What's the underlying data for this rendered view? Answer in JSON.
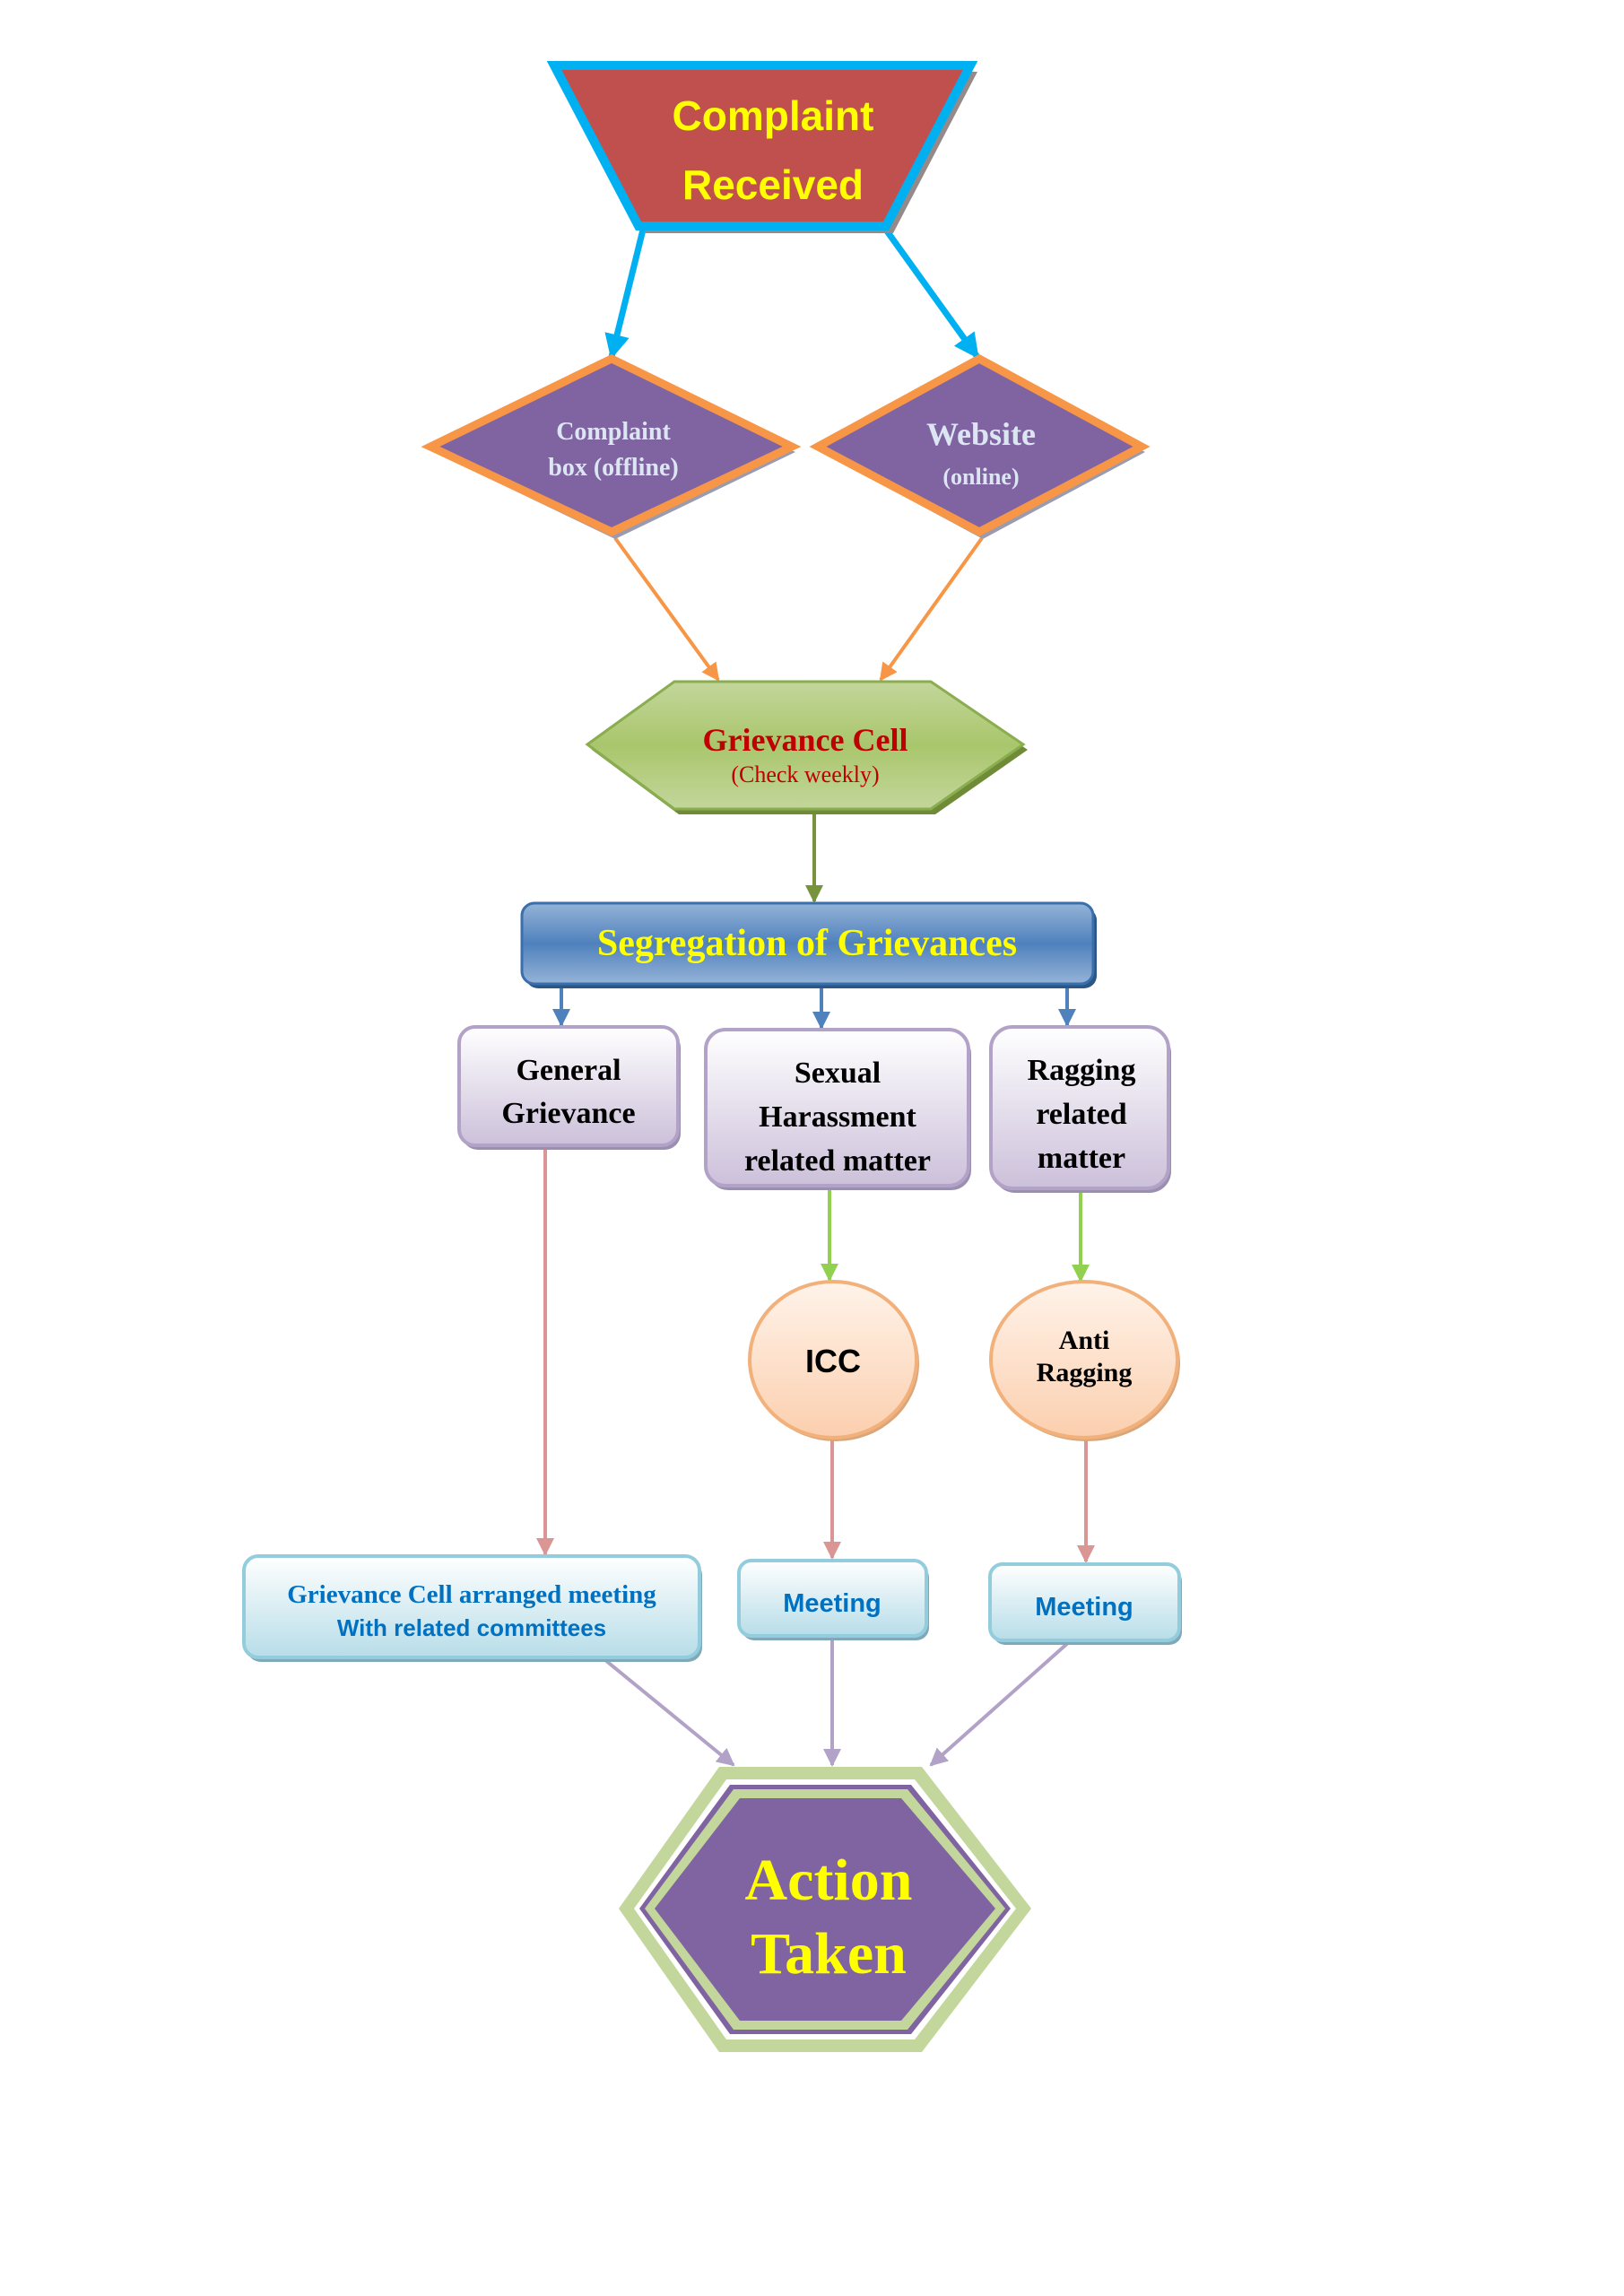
{
  "title": "Grievance Redressal Flowchart",
  "colors": {
    "start_fill": "#c0504d",
    "start_border": "#00b0f0",
    "channel_fill": "#8064a2",
    "channel_border": "#f79646",
    "cell_fill": "#9bbb59",
    "cell_text": "#c00000",
    "segregation_fill": "#4f81bd",
    "yellow_text": "#ffff00",
    "category_fill": "#e5dff0",
    "category_border": "#b3a2c7",
    "committee_fill": "#fcd5b5",
    "committee_border": "#f2b07a",
    "meeting_fill": "#c6e6f0",
    "meeting_border": "#93cddd",
    "meeting_text": "#0070c0",
    "action_fill": "#8064a2",
    "action_border": "#c3d69b"
  },
  "nodes": {
    "complaint_received": {
      "line1": "Complaint",
      "line2": "Received"
    },
    "complaint_box": {
      "line1": "Complaint",
      "line2": "box (offline)"
    },
    "website": {
      "line1": "Website",
      "line2": "(online)"
    },
    "grievance_cell": {
      "line1": "Grievance Cell",
      "line2": "(Check weekly)"
    },
    "segregation": {
      "label": "Segregation of Grievances"
    },
    "general_grievance": {
      "line1": "General",
      "line2": "Grievance"
    },
    "sexual_harassment": {
      "line1": "Sexual",
      "line2": "Harassment",
      "line3": "related matter"
    },
    "ragging_matter": {
      "line1": "Ragging",
      "line2": "related",
      "line3": "matter"
    },
    "icc": {
      "label": "ICC"
    },
    "anti_ragging": {
      "line1": "Anti",
      "line2": "Ragging"
    },
    "gc_meeting": {
      "line1": "Grievance Cell arranged meeting",
      "line2": "With related committees"
    },
    "icc_meeting": {
      "label": "Meeting"
    },
    "ragging_meeting": {
      "label": "Meeting"
    },
    "action_taken": {
      "line1": "Action",
      "line2": "Taken"
    }
  }
}
